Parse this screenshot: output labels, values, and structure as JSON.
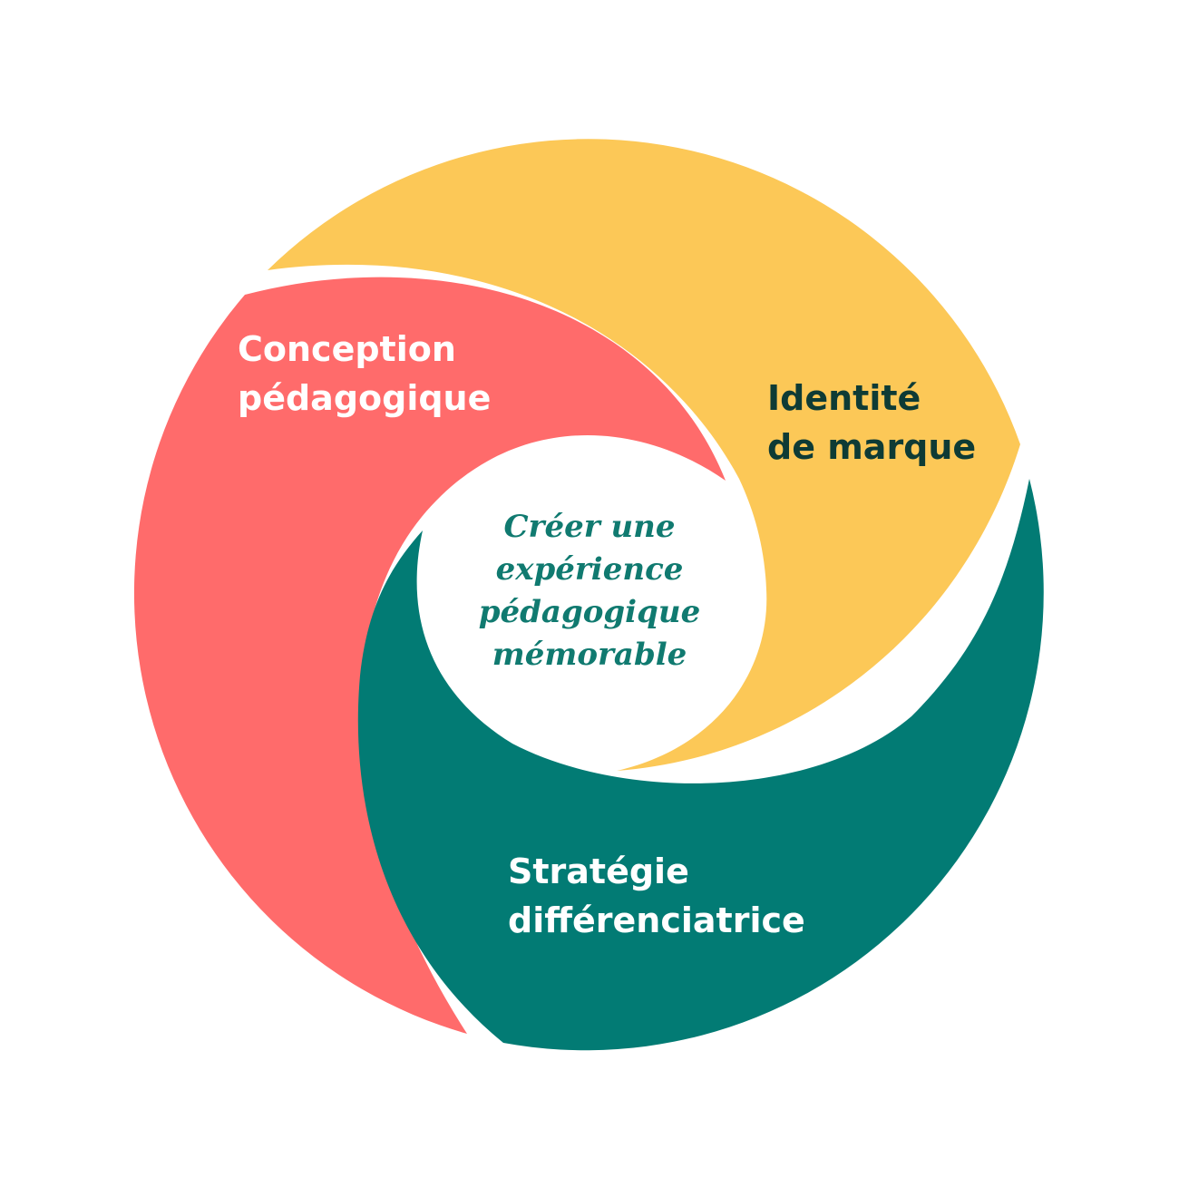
{
  "colors": {
    "yellow": "#FCC857",
    "coral": "#FF6B6B",
    "teal": "#027B74",
    "dark_text": "#0E3B35",
    "white_text": "#FFFFFF",
    "center_text": "#107A70"
  },
  "segments": {
    "conception": {
      "lines": [
        "Conception",
        "pédagogique"
      ]
    },
    "identite": {
      "lines": [
        "Identité",
        "de marque"
      ]
    },
    "strategie": {
      "lines": [
        "Stratégie",
        "différenciatrice"
      ]
    }
  },
  "center": {
    "lines": [
      "Créer une",
      "expérience",
      "pédagogique",
      "mémorable"
    ]
  }
}
